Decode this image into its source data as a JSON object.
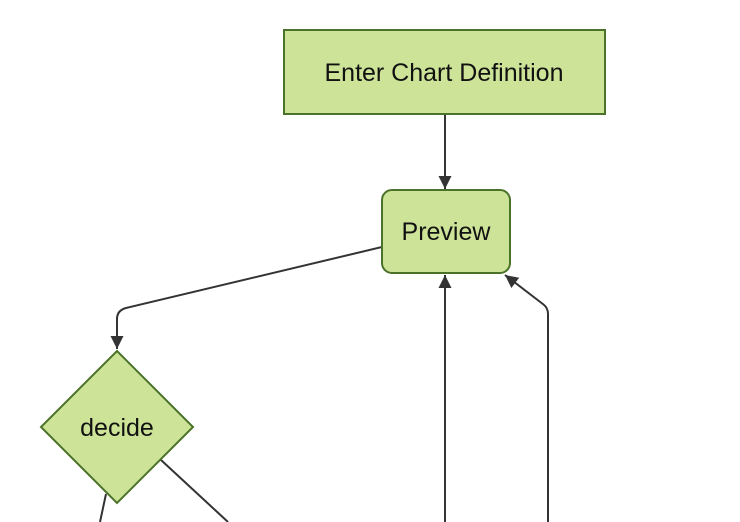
{
  "diagram": {
    "type": "flowchart",
    "direction": "top-down",
    "background_color": "#ffffff",
    "node_fill_color": "#cde498",
    "node_border_color": "#4b7229",
    "edge_color": "#333333",
    "text_color": "#111111",
    "nodes": [
      {
        "id": "enter-chart-definition",
        "label": "Enter Chart Definition",
        "shape": "rectangle"
      },
      {
        "id": "preview",
        "label": "Preview",
        "shape": "rounded-rectangle"
      },
      {
        "id": "decide",
        "label": "decide",
        "shape": "diamond"
      }
    ],
    "edges": [
      {
        "from": "Enter Chart Definition",
        "to": "Preview",
        "arrowhead": true
      },
      {
        "from": "Preview",
        "to": "decide",
        "arrowhead": true
      },
      {
        "from": "offscreen-bottom",
        "to": "Preview",
        "arrowhead": true
      },
      {
        "from": "offscreen-bottom",
        "to": "Preview",
        "arrowhead": true
      },
      {
        "from": "decide",
        "to": "offscreen-bottom",
        "arrowhead": false
      },
      {
        "from": "decide",
        "to": "offscreen-bottom",
        "arrowhead": false
      }
    ]
  }
}
